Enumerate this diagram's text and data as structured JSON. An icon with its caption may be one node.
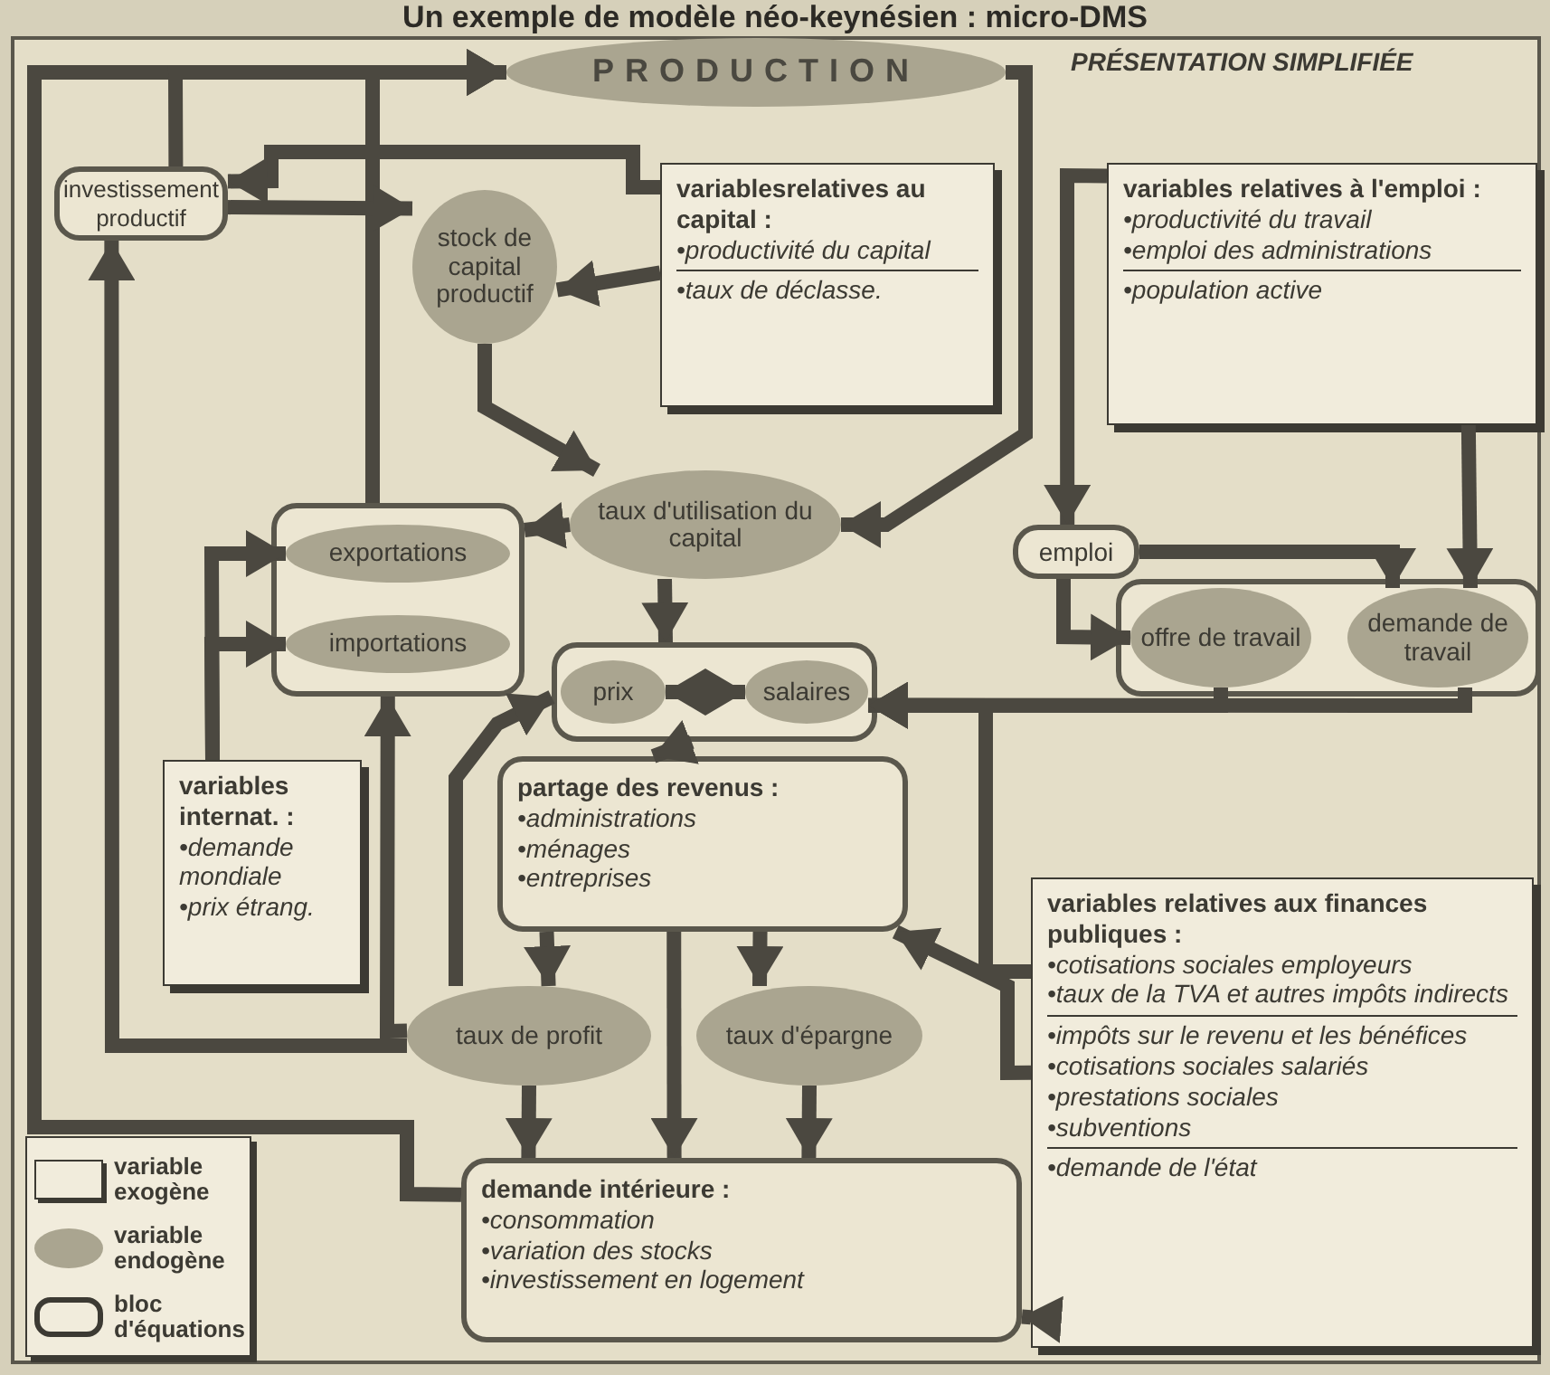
{
  "diagram": {
    "title": "Un exemple de modèle néo-keynésien : micro-DMS",
    "nodes": [
      {
        "text": [
          "PRODUCTION"
        ]
      },
      {
        "text": [
          "investissement productif"
        ]
      },
      {
        "text": [
          "stock de capital productif"
        ]
      },
      {
        "text": [
          "variablesrelatives au capital :",
          "•productivité du capital",
          "•taux de déclasse."
        ]
      },
      {
        "text": [
          "variables relatives à l'emploi :",
          "•productivité du travail",
          "•emploi des administrations",
          "•population active"
        ]
      },
      {
        "text": [
          "taux d'utilisation du capital"
        ]
      },
      {
        "text": [
          "emploi"
        ]
      },
      {
        "text": [],
        "shape": "box"
      },
      {
        "text": [
          "exportations"
        ],
        "in": 7
      },
      {
        "text": [
          "importations"
        ],
        "in": 7
      },
      {
        "text": [],
        "shape": "box"
      },
      {
        "text": [
          "prix"
        ],
        "in": 10
      },
      {
        "text": [
          "salaires"
        ],
        "in": 10
      },
      {
        "text": [],
        "shape": "box"
      },
      {
        "text": [
          "offre de travail"
        ],
        "in": 13
      },
      {
        "text": [
          "demande de travail"
        ],
        "in": 13
      },
      {
        "text": [
          "variables internat. :",
          "•demande mondiale",
          "•prix étrang."
        ]
      },
      {
        "text": [
          "partage des revenus :",
          "•administrations",
          "•ménages",
          "•entreprises"
        ]
      },
      {
        "text": [
          "taux de profit"
        ]
      },
      {
        "text": [
          "taux d'épargne"
        ]
      },
      {
        "text": [
          "variables relatives aux finances publiques :",
          "•cotisations sociales employeurs",
          "•taux de la TVA et autres impôts indirects",
          "•impôts sur le revenu et les bénéfices",
          "•cotisations sociales salariés",
          "•prestations sociales",
          "•subventions",
          "•demande de l'état"
        ]
      },
      {
        "text": [
          "demande intérieure :",
          "•consommation",
          "•variation des stocks",
          "•investissement en logement"
        ]
      }
    ],
    "edges": [
      {
        "from": 21,
        "to": 0,
        "arrow": "to"
      },
      {
        "from": 1,
        "to": 0,
        "arrow": "to"
      },
      {
        "from": 7,
        "to": 0,
        "arrow": "to"
      },
      {
        "from": 0,
        "to": 5,
        "arrow": "to"
      },
      {
        "from": 4,
        "to": 6,
        "arrow": "to"
      },
      {
        "from": 4,
        "to": 15,
        "arrow": "to"
      },
      {
        "from": 6,
        "to": 15,
        "arrow": "to"
      },
      {
        "from": 6,
        "to": 14,
        "arrow": "to"
      },
      {
        "from": 14,
        "to": 12,
        "arrow": "to"
      },
      {
        "from": 15,
        "to": 12,
        "arrow": "to"
      },
      {
        "from": 3,
        "to": 1,
        "arrow": "to"
      },
      {
        "from": 3,
        "to": 2,
        "arrow": "to"
      },
      {
        "from": 1,
        "to": 2,
        "arrow": "to"
      },
      {
        "from": 2,
        "to": 5,
        "arrow": "to"
      },
      {
        "from": 5,
        "to": 7,
        "arrow": "to"
      },
      {
        "from": 5,
        "to": 10,
        "arrow": "to"
      },
      {
        "from": 11,
        "to": 12,
        "arrow": "both"
      },
      {
        "from": 10,
        "to": 17,
        "arrow": "to"
      },
      {
        "from": 16,
        "to": 8,
        "arrow": "to"
      },
      {
        "from": 16,
        "to": 9,
        "arrow": "to"
      },
      {
        "from": 18,
        "to": 7,
        "arrow": "to"
      },
      {
        "from": 18,
        "to": 1,
        "arrow": "to"
      },
      {
        "from": 17,
        "to": 18,
        "arrow": "to"
      },
      {
        "from": 17,
        "to": 19,
        "arrow": "to"
      },
      {
        "from": 17,
        "to": 21,
        "arrow": "to"
      },
      {
        "from": 18,
        "to": 21,
        "arrow": "to"
      },
      {
        "from": 19,
        "to": 21,
        "arrow": "to"
      },
      {
        "from": 20,
        "to": 17,
        "arrow": "to"
      },
      {
        "from": 20,
        "to": 21,
        "arrow": "to"
      },
      {
        "from": 20,
        "to": 12,
        "arrow": "to"
      },
      {
        "from": 18,
        "to": 10,
        "arrow": "to"
      }
    ],
    "labels": [
      "PRÉSENTATION SIMPLIFIÉE"
    ],
    "legend": [
      {
        "text": "variable exogène"
      },
      {
        "text": "variable endogène"
      },
      {
        "text": "bloc d'équations"
      }
    ]
  }
}
